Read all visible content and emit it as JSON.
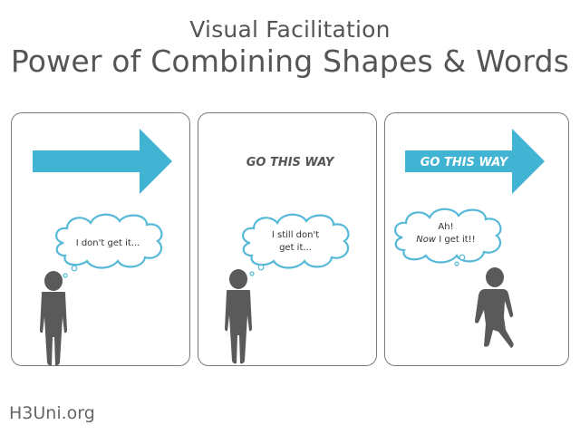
{
  "header": {
    "subtitle": "Visual Facilitation",
    "title": "Power of Combining Shapes & Words"
  },
  "panels": [
    {
      "thought_lines": [
        "I don't get it..."
      ]
    },
    {
      "arrow_label": "GO THIS WAY",
      "thought_lines": [
        "I still don't",
        "get it..."
      ]
    },
    {
      "arrow_label": "GO THIS WAY",
      "thought_lines": [
        "Ah!",
        "Now",
        "I get it!!"
      ]
    }
  ],
  "footer": {
    "site": "H3Uni.org"
  },
  "colors": {
    "arrow": "#41B3D3",
    "person": "#5A5A5A",
    "cloud_outline": "#56B9D8",
    "text": "#555555"
  }
}
